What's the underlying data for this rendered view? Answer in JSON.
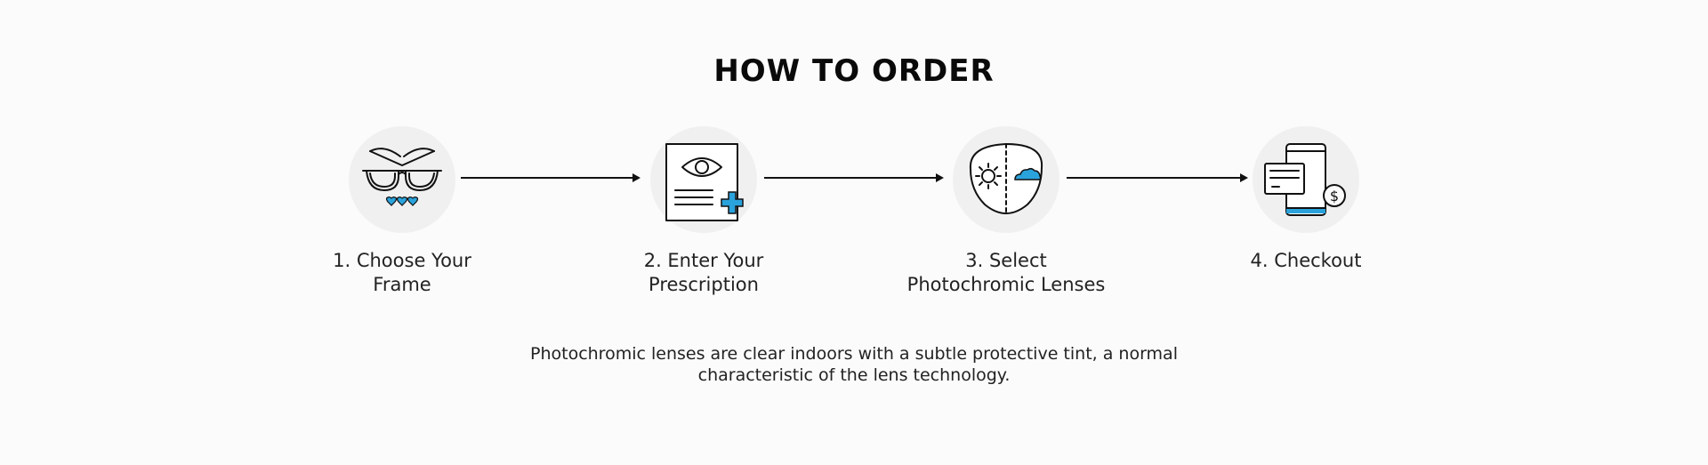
{
  "title": "HOW TO ORDER",
  "steps": [
    {
      "line1": "1. Choose Your",
      "line2": "Frame",
      "icon": "glasses-hearts-icon"
    },
    {
      "line1": "2. Enter Your",
      "line2": "Prescription",
      "icon": "prescription-document-icon"
    },
    {
      "line1": "3. Select",
      "line2": "Photochromic Lenses",
      "icon": "photochromic-lens-icon"
    },
    {
      "line1": "4. Checkout",
      "line2": "",
      "icon": "phone-payment-icon"
    }
  ],
  "note": {
    "line1": "Photochromic lenses are clear indoors with a subtle protective tint, a normal",
    "line2": "characteristic of the lens technology."
  },
  "colors": {
    "accent": "#2aa3dc",
    "circle": "#f0f0f0",
    "background": "#fbfbfb"
  }
}
